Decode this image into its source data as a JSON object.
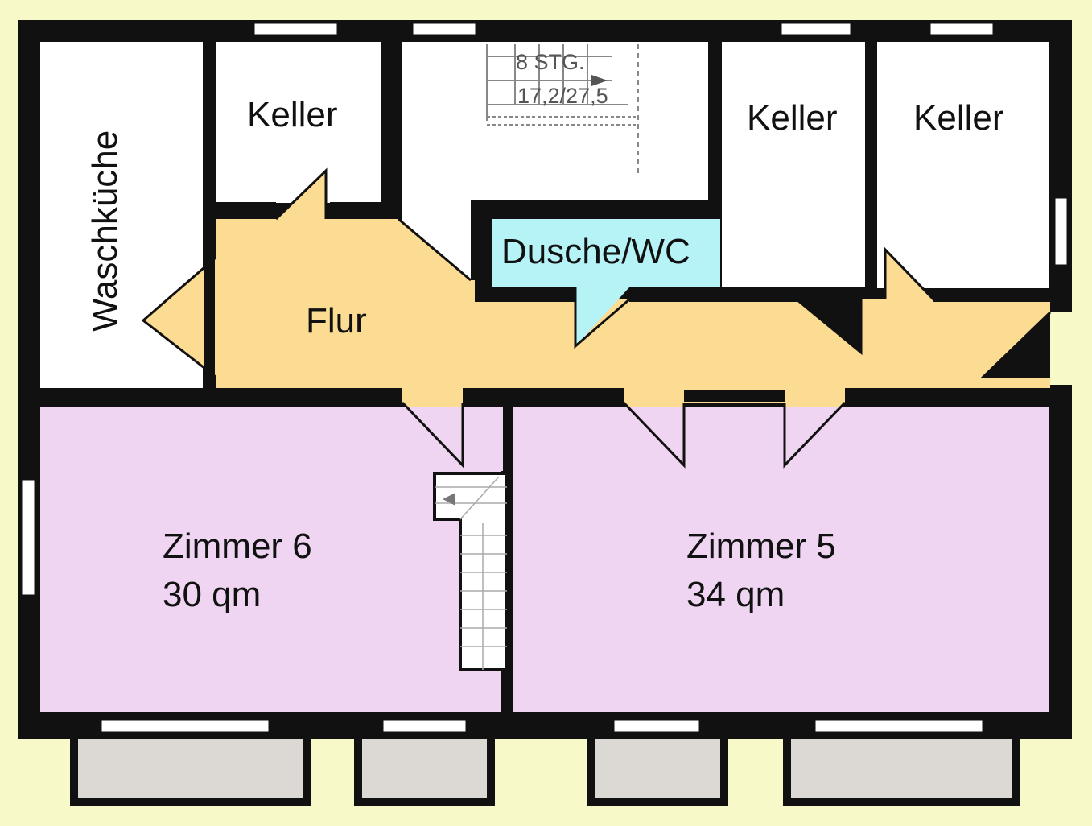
{
  "plan": {
    "rooms": {
      "waschkueche": "Waschküche",
      "keller_left": "Keller",
      "keller_mid": "Keller",
      "keller_right": "Keller",
      "dusche_wc": "Dusche/WC",
      "flur": "Flur",
      "zimmer6_name": "Zimmer 6",
      "zimmer6_area": "30 qm",
      "zimmer5_name": "Zimmer 5",
      "zimmer5_area": "34 qm"
    },
    "staircase": {
      "steps": "8 STG.",
      "ratio": "17,2/27,5"
    },
    "colors": {
      "background": "#f8f9c8",
      "wall": "#111111",
      "room_white": "#ffffff",
      "flur": "#fcdc93",
      "dusche": "#b5f3f6",
      "zimmer": "#efd5f2",
      "balcony": "#dcd8d3"
    }
  }
}
